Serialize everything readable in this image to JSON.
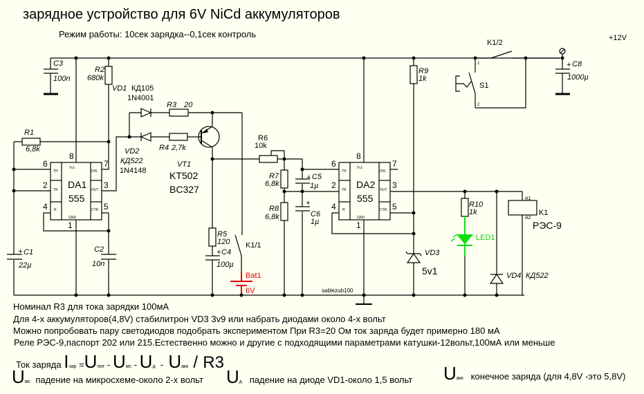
{
  "title": "зарядное устройство для 6V NiCd аккумуляторов",
  "subtitle": "Режим работы: 10сек зарядка--0,1сек контроль",
  "supply_label": "+12V",
  "author": "sablezub100",
  "components": {
    "C1": {
      "name": "C1",
      "value": "22µ"
    },
    "C2": {
      "name": "C2",
      "value": "10n"
    },
    "C3": {
      "name": "C3",
      "value": "100n"
    },
    "C4": {
      "name": "C4",
      "value": "100µ"
    },
    "C5": {
      "name": "C5",
      "value": "1µ"
    },
    "C6": {
      "name": "C6",
      "value": "1µ"
    },
    "C8": {
      "name": "C8",
      "value": "1000µ"
    },
    "R1": {
      "name": "R1",
      "value": "6,8k"
    },
    "R2": {
      "name": "R2",
      "value": "680k"
    },
    "R3": {
      "name": "R3",
      "value": "20"
    },
    "R4": {
      "name": "R4",
      "value": "2,7k"
    },
    "R5": {
      "name": "R5",
      "value": "120"
    },
    "R6": {
      "name": "R6",
      "value": "10k"
    },
    "R7": {
      "name": "R7",
      "value": "6,8k"
    },
    "R8": {
      "name": "R8",
      "value": "6,8k"
    },
    "R9": {
      "name": "R9",
      "value": "1k"
    },
    "R10": {
      "name": "R10",
      "value": "1k"
    },
    "VD1": {
      "name": "VD1",
      "part": "КД105",
      "alt": "1N4001"
    },
    "VD2": {
      "name": "VD2",
      "part": "КД522",
      "alt": "1N4148"
    },
    "VD3": {
      "name": "VD3",
      "value": "5v1"
    },
    "VD4": {
      "name": "VD4",
      "part": "КД522"
    },
    "VT1": {
      "name": "VT1",
      "part": "KT502",
      "alt": "BC327"
    },
    "DA1": {
      "name": "DA1",
      "part": "555"
    },
    "DA2": {
      "name": "DA2",
      "part": "555"
    },
    "K1": {
      "name": "K1",
      "part": "РЭС-9",
      "pin_a1": "A1",
      "pin_a2": "A2"
    },
    "K1_1": {
      "name": "K1/1"
    },
    "K1_2": {
      "name": "K1/2"
    },
    "S1": {
      "name": "S1",
      "pin1": "1",
      "pin2": "2"
    },
    "LED1": {
      "name": "LED1"
    },
    "Bat1": {
      "name": "Bat1",
      "value": "6V"
    }
  },
  "ic_pins": {
    "p1": "1",
    "p2": "2",
    "p3": "3",
    "p4": "4",
    "p5": "5",
    "p6": "6",
    "p7": "7",
    "p8": "8",
    "th": "TH",
    "tr": "TR",
    "r": "R",
    "dis": "DIS",
    "out": "OUT",
    "ctr": "CTR",
    "gnd": "GND",
    "vcc": "Vcc"
  },
  "notes": [
    "Номинал R3 для тока зарядки 100мА",
    "Для 4-х аккумуляторов(4,8V) стабилитрон VD3 3v9 или набрать диодами около 4-х вольт",
    "Можно попробовать пару светодиодов  подобрать экспериментом  При R3=20 Ом ток заряда будет примерно 180 мА",
    "Реле РЭС-9,паспорт 202 или 215.Естественно можно и другие с подходящими параметрами катушки-12вольт,100мА  или меньше"
  ],
  "formula": {
    "prefix": "Ток заряда",
    "I": "I",
    "I_sub": "зар",
    "eq": "=",
    "U": "U",
    "sub_pit": "пит",
    "sub_ms": "мс",
    "sub_d": "д",
    "sub_akk": "акк",
    "minus": "-",
    "div": "/",
    "r3": "R3"
  },
  "legend": {
    "ms_desc": "падение на микросхеме-около 2-х вольт",
    "d_desc": "падение на диоде VD1-около 1,5 вольт",
    "akk_desc": "конечное заряда (для 4,8V -это 5,8V)"
  }
}
